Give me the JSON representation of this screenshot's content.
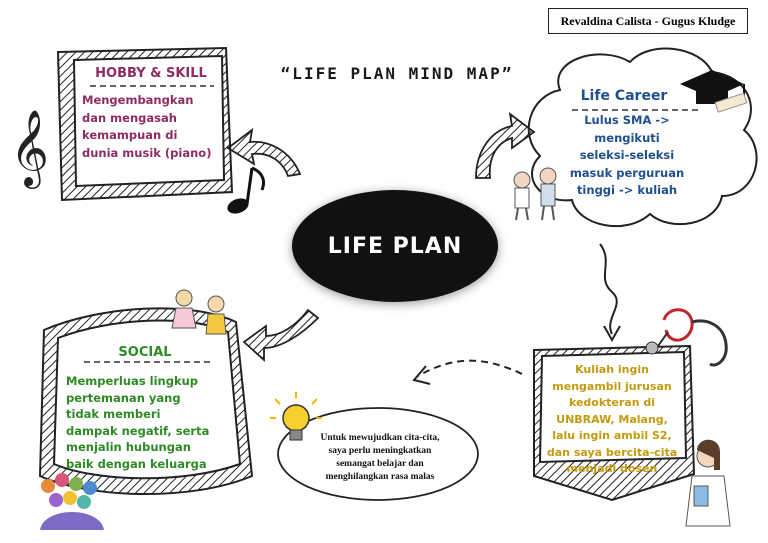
{
  "author": "Revaldina Calista - Gugus Kludge",
  "title": "“LIFE PLAN MIND MAP”",
  "center": {
    "label": "LIFE PLAN"
  },
  "hobby": {
    "title": "HOBBY & SKILL",
    "lines": [
      "Mengembangkan",
      "dan mengasah",
      "kemampuan di",
      "dunia musik (piano)"
    ]
  },
  "career": {
    "title": "Life Career",
    "lines": [
      "Lulus SMA ->",
      "mengikuti",
      "seleksi-seleksi",
      "masuk perguruan",
      "tinggi -> kuliah"
    ]
  },
  "social": {
    "title": "SOCIAL",
    "lines": [
      "Memperluas lingkup",
      "pertemanan yang",
      "tidak memberi",
      "dampak negatif, serta",
      "menjalin hubungan",
      "baik dengan keluarga"
    ]
  },
  "kuliah": {
    "lines": [
      "Kuliah ingin",
      "mengambil jurusan",
      "kedokteran di",
      "UNBRAW, Malang,",
      "lalu ingin ambil S2,",
      "dan saya bercita-cita",
      "menjadi dosen"
    ]
  },
  "quote": {
    "lines": [
      "Untuk mewujudkan cita-cita,",
      "saya perlu meningkatkan",
      "semangat belajar dan",
      "menghilangkan rasa malas"
    ]
  },
  "colors": {
    "hobby": "#8e2b63",
    "career": "#1f4f8f",
    "social": "#2e8a25",
    "kuliah": "#c49a0e",
    "center": "#111111"
  },
  "icons": [
    "treble-clef-icon",
    "music-note-icon",
    "graduation-cap-icon",
    "lightbulb-icon",
    "stethoscope-icon",
    "students-icon",
    "kids-icon",
    "people-group-icon",
    "doctor-icon"
  ]
}
